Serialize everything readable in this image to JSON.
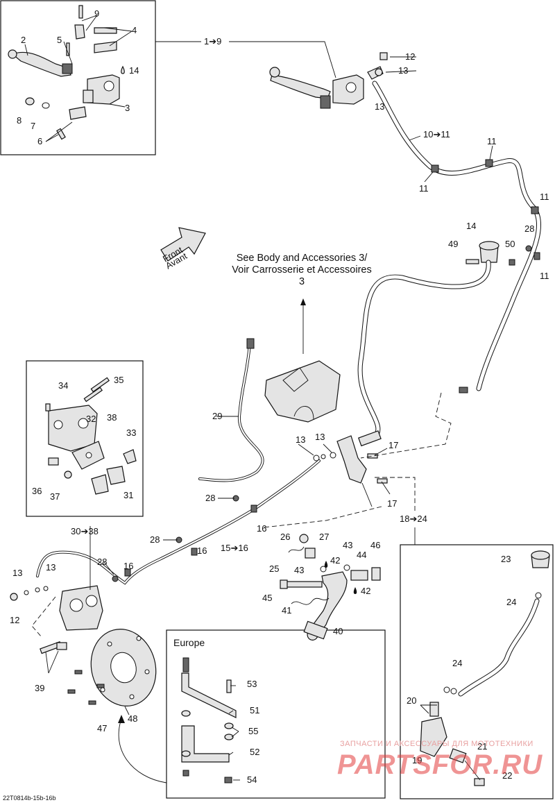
{
  "diagram": {
    "reference_note": "See Body and Accessories 3/ Voir Carrosserie et Accessoires 3",
    "front_arrow": [
      "Front",
      "Avant"
    ],
    "europe_title": "Europe",
    "footer_code": "22T0814b-15b-16b",
    "watermark": {
      "top": "ЗАПЧАСТИ И АКСЕССУАРЫ ДЛЯ МОТОТЕХНИКИ",
      "main": "PARTSFOR.RU"
    },
    "callouts": [
      "9",
      "4",
      "1➔9",
      "2",
      "5",
      "14",
      "3",
      "8",
      "7",
      "6",
      "12",
      "13",
      "13",
      "10➔11",
      "11",
      "11",
      "11",
      "11",
      "28",
      "14",
      "49",
      "50",
      "35",
      "34",
      "32",
      "38",
      "33",
      "36",
      "37",
      "31",
      "29",
      "13",
      "13",
      "17",
      "17",
      "28",
      "16",
      "15➔16",
      "28",
      "16",
      "16",
      "28",
      "30➔38",
      "18➔24",
      "26",
      "27",
      "43",
      "46",
      "25",
      "42",
      "43",
      "44",
      "45",
      "42",
      "41",
      "40",
      "23",
      "24",
      "24",
      "20",
      "21",
      "19",
      "22",
      "13",
      "13",
      "12",
      "39",
      "47",
      "48",
      "53",
      "51",
      "55",
      "52",
      "54"
    ]
  }
}
